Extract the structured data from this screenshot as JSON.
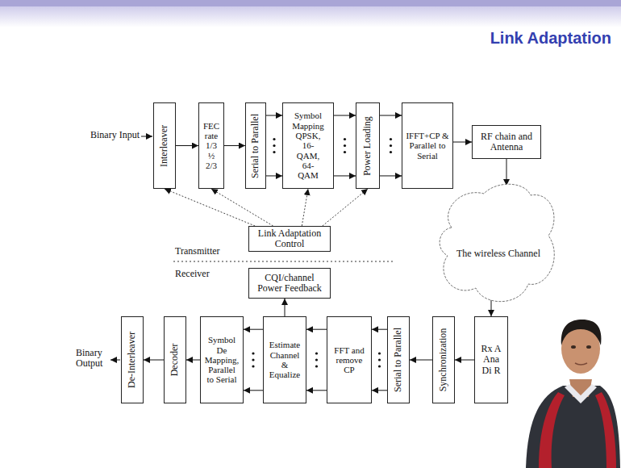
{
  "diagram": {
    "title": "Link Adaptation",
    "nodes": [
      {
        "text": [
          "Interleaver"
        ]
      },
      {
        "text": [
          "FEC rate 1/3 ½ 2/3"
        ]
      },
      {
        "text": [
          "Serial to Parallel"
        ]
      },
      {
        "text": [
          "Symbol Mapping QPSK, 16-QAM, 64-QAM"
        ]
      },
      {
        "text": [
          "Power Loading"
        ]
      },
      {
        "text": [
          "IFFT+CP & Parallel to Serial"
        ]
      },
      {
        "text": [
          "RF chain and Antenna"
        ]
      },
      {
        "text": [
          "The wireless Channel"
        ]
      },
      {
        "text": [
          "Link Adaptation Control"
        ]
      },
      {
        "text": [
          "CQI/channel Power Feedback"
        ]
      },
      {
        "text": [
          "De-Interleaver"
        ]
      },
      {
        "text": [
          "Decoder"
        ]
      },
      {
        "text": [
          "Symbol De Mapping, Parallel to Serial"
        ]
      },
      {
        "text": [
          "Estimate Channel & Equalize"
        ]
      },
      {
        "text": [
          "FFT and remove CP"
        ]
      },
      {
        "text": [
          "Serial to Parallel"
        ]
      },
      {
        "text": [
          "Synchronization"
        ]
      },
      {
        "text": [
          "Rx A Ana Di R"
        ]
      }
    ],
    "edges": [
      {
        "from": 0,
        "to": 1,
        "arrow": "to"
      },
      {
        "from": 1,
        "to": 2,
        "arrow": "to"
      },
      {
        "from": 2,
        "to": 3,
        "arrow": "to"
      },
      {
        "from": 2,
        "to": 3,
        "arrow": "to"
      },
      {
        "from": 3,
        "to": 4,
        "arrow": "to"
      },
      {
        "from": 3,
        "to": 4,
        "arrow": "to"
      },
      {
        "from": 4,
        "to": 5,
        "arrow": "to"
      },
      {
        "from": 4,
        "to": 5,
        "arrow": "to"
      },
      {
        "from": 5,
        "to": 6,
        "arrow": "to"
      },
      {
        "from": 6,
        "to": 7,
        "arrow": "to"
      },
      {
        "from": 7,
        "to": 17,
        "arrow": "to"
      },
      {
        "from": 17,
        "to": 16,
        "arrow": "to"
      },
      {
        "from": 16,
        "to": 15,
        "arrow": "to"
      },
      {
        "from": 15,
        "to": 14,
        "arrow": "to"
      },
      {
        "from": 15,
        "to": 14,
        "arrow": "to"
      },
      {
        "from": 14,
        "to": 13,
        "arrow": "to"
      },
      {
        "from": 14,
        "to": 13,
        "arrow": "to"
      },
      {
        "from": 13,
        "to": 12,
        "arrow": "to"
      },
      {
        "from": 13,
        "to": 12,
        "arrow": "to"
      },
      {
        "from": 12,
        "to": 11,
        "arrow": "to"
      },
      {
        "from": 11,
        "to": 10,
        "arrow": "to"
      },
      {
        "from": 13,
        "to": 9,
        "arrow": "to"
      },
      {
        "from": 8,
        "to": 0,
        "arrow": "to"
      },
      {
        "from": 8,
        "to": 1,
        "arrow": "to"
      },
      {
        "from": 8,
        "to": 3,
        "arrow": "to"
      },
      {
        "from": 8,
        "to": 4,
        "arrow": "to"
      }
    ],
    "labels": [
      "Binary Input",
      "Transmitter",
      "Receiver",
      "Binary Output"
    ]
  }
}
